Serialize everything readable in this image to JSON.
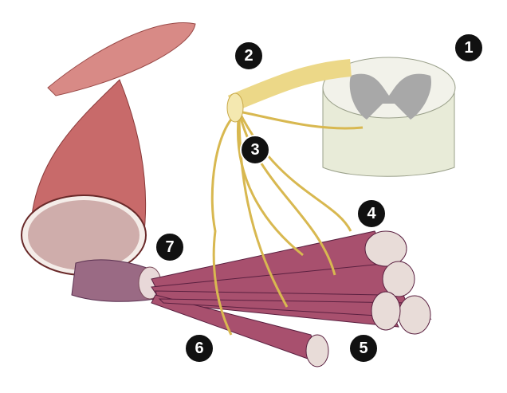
{
  "diagram": {
    "labels": [
      "1",
      "2",
      "3",
      "4",
      "5",
      "6",
      "7"
    ],
    "colors": {
      "muscle": "#c86a6a",
      "nerve": "#e8d27a",
      "fiber": "#a8506e",
      "cord": "#e8ebd8",
      "grey_matter": "#a8a8a8"
    }
  }
}
